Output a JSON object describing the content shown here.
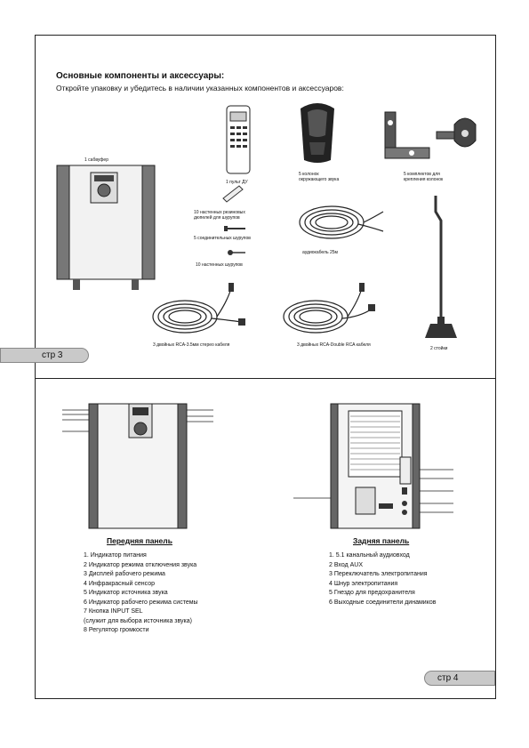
{
  "section": {
    "heading": "Основные компоненты и аксессуары:",
    "subheading": "Откройте упаковку и убедитесь в наличии указанных компонентов и аксессуаров:"
  },
  "components": {
    "subwoofer": "1 сабвуфер",
    "remote": "1 пульт ДУ",
    "satellites_line1": "5 колонок",
    "satellites_line2": "окружающего звука",
    "mount_line1": "5 комплектов для",
    "mount_line2": "крепления колонок",
    "anchors_line1": "10 настенных резиновых",
    "anchors_line2": "дюпелей для шурупов",
    "connector_screws": "5 соединительных шурупов",
    "wall_screws": "10 настенных шурупов",
    "audio_cable": "аудиокабель 25м",
    "rca_stereo_cable": "3 двойных RCA-3.5мм стерео кабеля",
    "rca_double_cable": "3 двойных RCA-Double RCA кабеля",
    "stands": "2 стойки"
  },
  "pages": {
    "left_tab": "стр 3",
    "right_tab": "стр 4"
  },
  "front_panel": {
    "title": "Передняя панель",
    "items": [
      "1.  Индикатор питания",
      "2   Индикатор режима отключения звука",
      "3   Дисплей рабочего режима",
      "4  Инфракрасный сенсор",
      "5  Индикатор источника звука",
      "6  Индикатор рабочего режима системы",
      "7  Кнопка INPUT SEL",
      "(служит для выбора источника звука)",
      "8  Регулятор громкости"
    ]
  },
  "rear_panel": {
    "title": "Задняя панель",
    "items": [
      "1. 5.1 канальный аудиовход",
      "2  Вход AUX",
      "3  Переключатель электропитания",
      "4  Шнур электропитания",
      "5  Гнездо для предохранителя",
      "6   Выходные соединители динамиков"
    ]
  }
}
